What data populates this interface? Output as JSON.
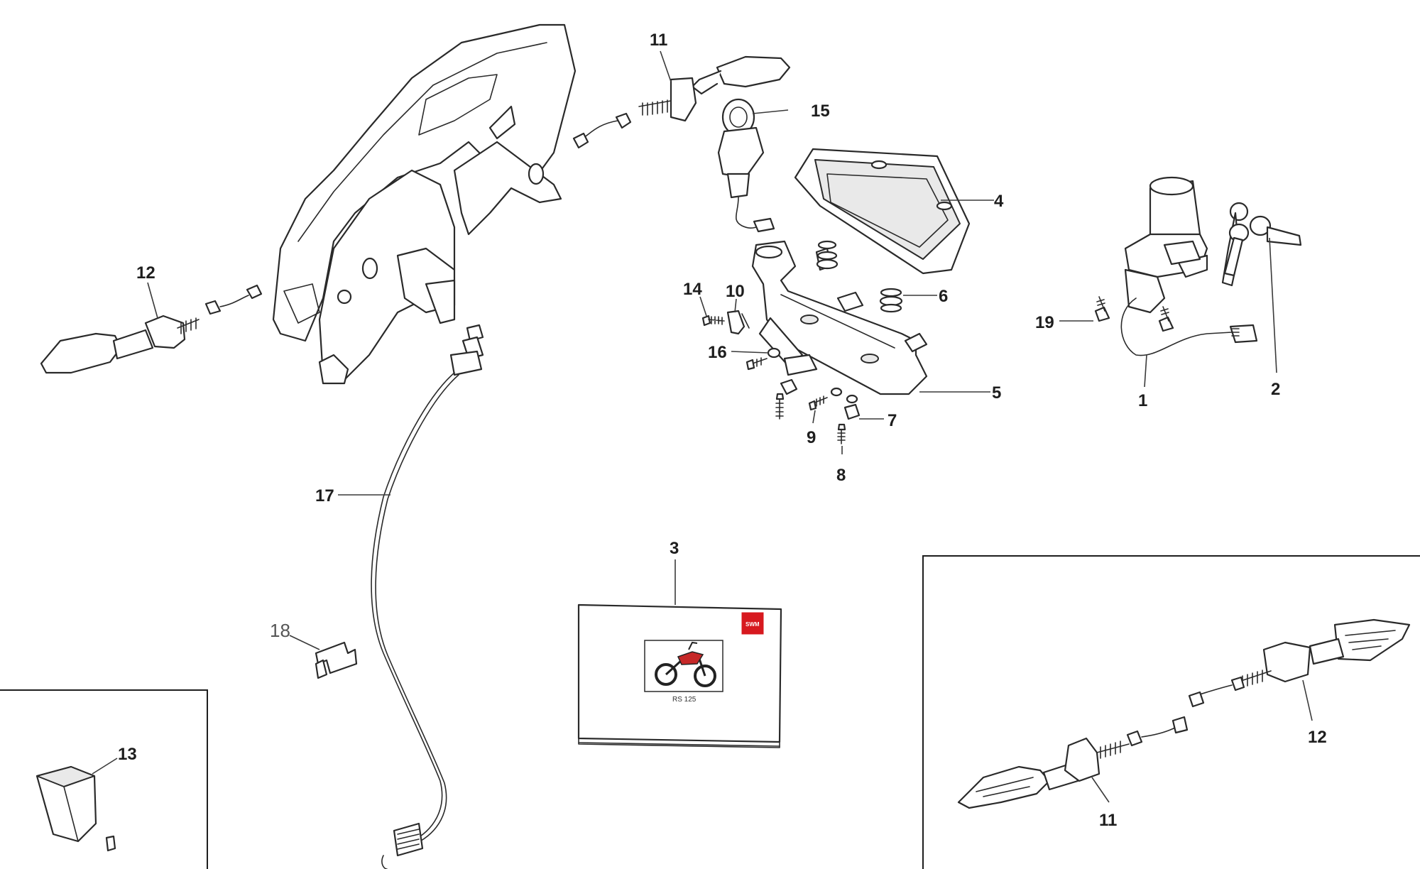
{
  "diagram": {
    "callouts": [
      "1",
      "2",
      "3",
      "4",
      "5",
      "6",
      "7",
      "8",
      "9",
      "10",
      "11",
      "12",
      "13",
      "14",
      "15",
      "16",
      "17",
      "18",
      "19"
    ],
    "inset_labels": {
      "turn_signal_left": "11",
      "turn_signal_right": "12",
      "relay": "13"
    },
    "manual": {
      "title": "RS 125",
      "logo_text": "SWM",
      "logo_color": "#d7191f"
    },
    "colors": {
      "line": "#2a2a2a",
      "background": "#ffffff"
    }
  }
}
